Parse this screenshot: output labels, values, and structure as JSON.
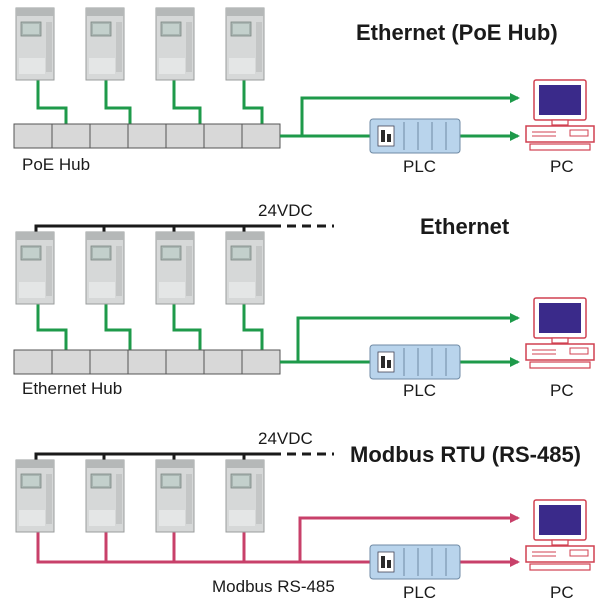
{
  "colors": {
    "ethernet_line": "#1e9a4a",
    "modbus_line": "#c8406a",
    "power_line": "#1a1a1a",
    "hub_fill": "#d8d8d8",
    "pc_screen": "#3a2a8a",
    "pc_body": "#d04050",
    "plc_fill": "#b8d4ec"
  },
  "sections": [
    {
      "title": "Ethernet (PoE Hub)",
      "hub_label": "PoE Hub",
      "plc_label": "PLC",
      "pc_label": "PC"
    },
    {
      "title": "Ethernet",
      "power_label": "24VDC",
      "hub_label": "Ethernet Hub",
      "plc_label": "PLC",
      "pc_label": "PC"
    },
    {
      "title": "Modbus RTU (RS-485)",
      "power_label": "24VDC",
      "bus_label": "Modbus RS-485",
      "plc_label": "PLC",
      "pc_label": "PC"
    }
  ],
  "icons": [
    "drive-unit-icon",
    "hub-icon",
    "plc-icon",
    "pc-icon",
    "arrow-icon"
  ]
}
